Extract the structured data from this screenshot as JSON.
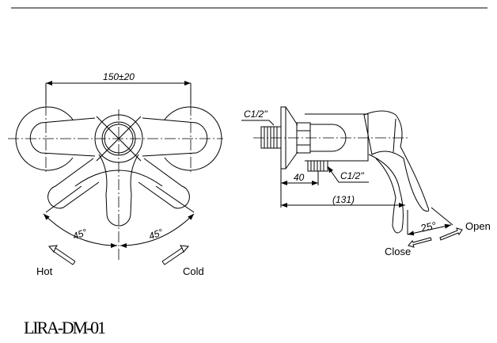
{
  "drawing": {
    "model": "LIRA-DM-01",
    "front_view": {
      "width_dimension": "150±20",
      "angle_left": "45°",
      "angle_right": "45°",
      "label_hot": "Hot",
      "label_cold": "Cold"
    },
    "side_view": {
      "thread_inlet": "C1/2\"",
      "thread_outlet": "C1/2\"",
      "dim_depth": "40",
      "dim_total": "(131)",
      "angle": "25°",
      "label_open": "Open",
      "label_close": "Close"
    }
  }
}
